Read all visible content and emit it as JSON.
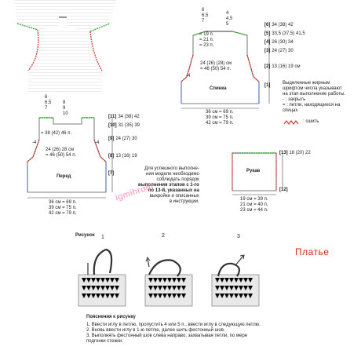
{
  "spinka": {
    "label": "Спинка",
    "top_numbers": [
      "6",
      "6,5",
      "7"
    ],
    "top_numbers_right": [
      "4",
      "4,5",
      "5"
    ],
    "neck_stitches": [
      "= 19 п.",
      "= 21 п.",
      "= 23 п."
    ],
    "width_mid": [
      "24 (26) (28) см",
      "= 46 (50) 54 п."
    ],
    "bottom": [
      "36 см = 69 п.",
      "39 см = 75 п.",
      "42 см = 79 п."
    ],
    "side_left": "-4",
    "right_meas": [
      {
        "tag": "[6]",
        "text": "34 (38) 42"
      },
      {
        "tag": "[5]",
        "text": "33,5 (37,5) 41,5"
      },
      {
        "tag": "[4]",
        "text": "26 (30) 34"
      },
      {
        "tag": "[3]",
        "text": "24 (27) 30"
      },
      {
        "tag": "[2]",
        "text": "13 (16) 19 см"
      },
      {
        "tag": "[1]",
        "text": ""
      }
    ]
  },
  "legend": {
    "lines": [
      "Выделенные жирным",
      "шрифтом числа указывают",
      "на этап выполнение работы.",
      "- : закрыть",
      "= : петли, находящиеся на",
      "спицах"
    ],
    "seam_label": ": сшить"
  },
  "pered": {
    "label": "Перед",
    "top_left": [
      "6",
      "6,5",
      "7"
    ],
    "top_mid": [
      "8",
      "9",
      "10"
    ],
    "neck_left": "= 38 (42) 46 п.",
    "width_mid": [
      "24 (26) 28 см",
      "= 46 (50) 54 п."
    ],
    "side_left": "-4",
    "side_right": "-4",
    "bottom": [
      "36 см = 69 п.",
      "39 см = 75 п.",
      "42 см = 79 п."
    ],
    "right_meas": [
      {
        "tag": "[11]",
        "text": "34 (38) 42"
      },
      {
        "tag": "[10]",
        "text": "31 (35) 39"
      },
      {
        "tag": "[9]",
        "text": "24 (27) 30"
      },
      {
        "tag": "[8]",
        "text": "13 (16) 19"
      },
      {
        "tag": "[7]",
        "text": ""
      }
    ]
  },
  "note": [
    "Для успешного выполне-",
    "ния модели необходимо",
    "соблюдать порядок",
    "выполнения этапов с 1-го",
    "по 13-й, указанных на",
    "выкройке и описанных",
    "в инструкции."
  ],
  "rukav": {
    "label": "Рукав",
    "top_tag": "[13]",
    "top_text": "18 (20) 22",
    "bottom_tag": "[12]",
    "bottom": [
      "19 см = 39 п.",
      "21 см = 40 п.",
      "23 см = 44 п."
    ]
  },
  "watermark": "igmihrom",
  "title": "Платье",
  "risunok": {
    "label": "Рисунок",
    "numbers": [
      "1",
      "2",
      "3"
    ]
  },
  "explain": {
    "title": "Пояснения к рисунку",
    "items": [
      "1. Ввести иглу в петлю, пропустить 4 или 5 п., ввести иглу в следующую петлю.",
      "2. Вновь ввести иглу в 1-ю петлю, далее шить фестонный шов.",
      "3. Выполнять фестонный шов слева направо, захватывая петли, по мере",
      "подгонки стежки."
    ]
  },
  "colors": {
    "seam_green": "#3aa33a",
    "seam_red": "#c8413a",
    "seam_blue": "#3c62b4",
    "outline": "#555555"
  }
}
